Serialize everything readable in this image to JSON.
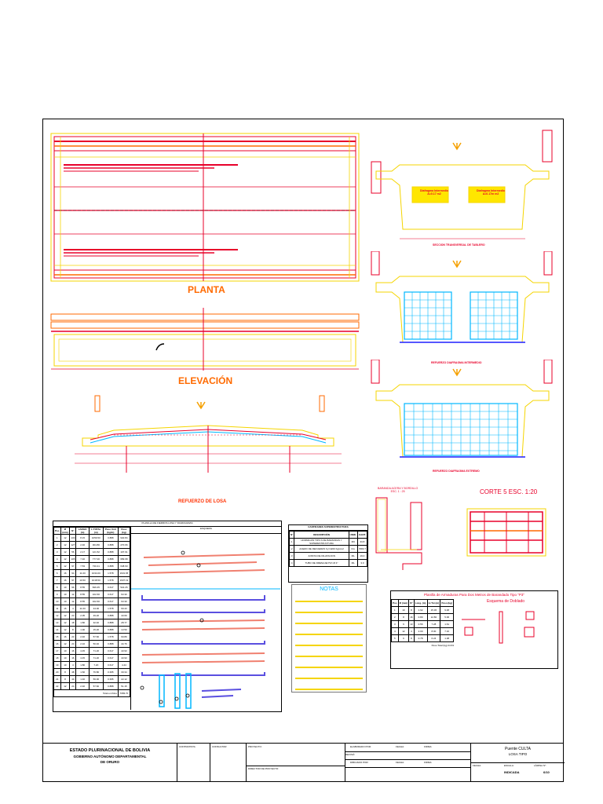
{
  "sheet": {
    "planta_title": "PLANTA",
    "elevacion_title": "ELEVACIÓN",
    "refuerzo_losa_title": "REFUERZO DE LOSA",
    "seccion_transversal_title": "SECCION TRANSVERSAL DE TABLERO",
    "refuerzo_diafragma_intermedio_title": "REFUERZO DIAFRAGMA INTERMEDIO",
    "refuerzo_diafragma_extremo_title": "REFUERZO DIAFRAGMA EXTREMO",
    "corte_title": "CORTE 5 ESC. 1:20",
    "baranda_title": "BARANDA ACERA Y BORDILLO",
    "baranda_scale": "ESC. 1 : 25",
    "diafragma_left_label": "Diafragma Intermedio",
    "diafragma_left_value": "A=0.17 m2",
    "diafragma_right_label": "Diafragma Intermedio",
    "diafragma_right_value": "A=0.17m m2"
  },
  "planilla_losa": {
    "title": "PLANILLA DE FIERROS LOSA Y DIAFRAGMAS",
    "headers": [
      "Pos",
      "Ø (mm)",
      "N°",
      "LARGO (m)",
      "L.TOTAL (m)",
      "Peso Unit (kg/m)",
      "Peso (kg)"
    ],
    "esquema_header": "ESQUEMA",
    "rows": [
      [
        "1",
        "12",
        "130",
        "8.15",
        "1059.50",
        "0.888",
        "940.84"
      ],
      [
        "2",
        "12",
        "127",
        "2.40",
        "304.80",
        "0.888",
        "270.66"
      ],
      [
        "3",
        "12",
        "56",
        "2.17",
        "121.52",
        "0.888",
        "107.91"
      ],
      [
        "4",
        "12",
        "105",
        "7.40",
        "777.00",
        "0.888",
        "689.98"
      ],
      [
        "5",
        "12",
        "97",
        "7.53",
        "730.41",
        "0.888",
        "648.60"
      ],
      [
        "6",
        "16",
        "94",
        "11.00",
        "1034.00",
        "1.578",
        "1631.65"
      ],
      [
        "7",
        "16",
        "97",
        "10.50",
        "1018.50",
        "1.578",
        "1607.19"
      ],
      [
        "8",
        "10",
        "99",
        "8.55",
        "846.45",
        "0.617",
        "522.26"
      ],
      [
        "9",
        "10",
        "12",
        "8.55",
        "102.60",
        "0.617",
        "63.30"
      ],
      [
        "10",
        "10",
        "12",
        "8.55",
        "102.60",
        "0.617",
        "63.30"
      ],
      [
        "11",
        "16",
        "4",
        "11.00",
        "44.00",
        "1.578",
        "69.43"
      ],
      [
        "12",
        "12",
        "24",
        "2.05",
        "49.20",
        "0.888",
        "43.69"
      ],
      [
        "13",
        "12",
        "18",
        "1.80",
        "32.40",
        "0.888",
        "28.77"
      ],
      [
        "14",
        "12",
        "8",
        "1.90",
        "15.20",
        "0.888",
        "13.50"
      ],
      [
        "15",
        "16",
        "24",
        "2.40",
        "57.60",
        "1.578",
        "90.89"
      ],
      [
        "16",
        "12",
        "24",
        "2.10",
        "50.40",
        "0.888",
        "44.76"
      ],
      [
        "17",
        "10",
        "16",
        "4.45",
        "71.20",
        "0.617",
        "43.93"
      ],
      [
        "18",
        "10",
        "16",
        "4.45",
        "71.20",
        "0.617",
        "43.93"
      ],
      [
        "19",
        "10",
        "4",
        "1.80",
        "7.20",
        "0.617",
        "4.44"
      ],
      [
        "20",
        "8",
        "48",
        "1.60",
        "76.80",
        "0.395",
        "30.34"
      ],
      [
        "21",
        "8",
        "40",
        "1.40",
        "56.00",
        "0.395",
        "22.12"
      ],
      [
        "22",
        "12",
        "24",
        "2.40",
        "57.60",
        "0.888",
        "51.15"
      ]
    ],
    "total_label": "Total en Kilos",
    "total_value": "7083.70"
  },
  "cantidades": {
    "title": "CANTIDADES SUPERESTRUCTURA",
    "headers": [
      "N°",
      "DESCRIPCIÓN",
      "UNID.",
      "CANT."
    ],
    "rows": [
      [
        "1",
        "HORMIGON TIPO A DE BARANDAS Y SUPERESTRUCTURA",
        "M3",
        "33.8"
      ],
      [
        "2",
        "ACERO DE REFUERZO Fy=4200 Kg/cm2",
        "KG",
        "7083.7"
      ],
      [
        "3",
        "JUNTAS DE DILATACION",
        "ML",
        "19.0"
      ],
      [
        "4",
        "TUBO DE DRENAJE PVC Ø 4\"",
        "ML",
        "3.0"
      ]
    ]
  },
  "notas": {
    "title": "NOTAS",
    "lines": [
      "",
      "",
      "",
      "",
      "",
      "",
      "",
      "",
      ""
    ]
  },
  "planilla_baranda": {
    "title": "Planilla de Armaduras Para Dos Metros de Barandado Tipo \"P3\"",
    "headers": [
      "Pos",
      "Ø (mm)",
      "N°",
      "Long. (m)",
      "Lt.Tot (m)",
      "Peso (kg)"
    ],
    "esquema_label": "Esquema de Doblado",
    "rows": [
      [
        "1",
        "10",
        "8",
        "1.92",
        "15.36",
        "9.48"
      ],
      [
        "2",
        "8",
        "16",
        "0.80",
        "12.80",
        "5.06"
      ],
      [
        "3",
        "6",
        "13",
        "0.56",
        "7.28",
        "1.61"
      ],
      [
        "4",
        "12",
        "4",
        "2.00",
        "8.00",
        "7.10"
      ],
      [
        "5",
        "6",
        "8",
        "0.78",
        "6.24",
        "1.38"
      ]
    ],
    "total_label": "Peso Total (kg)",
    "total_value": "24.63"
  },
  "title_block": {
    "entity_line1": "ESTADO PLURINACIONAL DE BOLIVIA",
    "entity_line2": "GOBIERNO AUTÓNOMO DEPARTAMENTAL",
    "entity_line3": "DE ORURO",
    "contratista": "CONTRATISTA",
    "consultor": "CONSULTOR",
    "proyecto_label": "PROYECTO:",
    "director_label": "DIRECTOR DE PROYECTO:",
    "elaborado_label": "ELABORADO POR:",
    "fecha_label": "FECHA:",
    "firma_label": "FIRMA:",
    "revisado_label": "REVISÓ:",
    "dibujado_label": "DIBUJADO POR:",
    "escala_label": "ESCALA:",
    "lamina_label": "LÁMINA N°:",
    "plano_title": "Puente CULTA",
    "plano_subtitle": "LOSA TIPO",
    "escala_value": "INDICADA",
    "lamina_value": "6/10"
  },
  "colors": {
    "rebar_red": "#e8002a",
    "outline_yellow": "#f5d500",
    "title_orange": "#ff6a00",
    "mesh_cyan": "#00b7ff",
    "mesh_blue": "#1e1eff",
    "rebar_salmon": "#f08070",
    "rebar_violet": "#5a4fe0"
  }
}
